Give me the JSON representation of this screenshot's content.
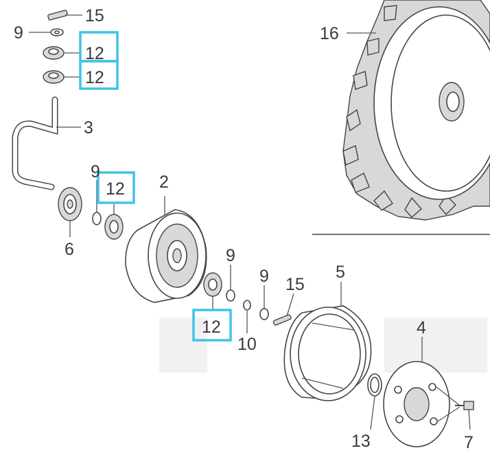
{
  "diagram": {
    "labels": {
      "l15_top": "15",
      "l9_top": "9",
      "l12_a": "12",
      "l12_b": "12",
      "l3": "3",
      "l9_mid": "9",
      "l12_c": "12",
      "l2": "2",
      "l6": "6",
      "l16": "16",
      "l9_low_a": "9",
      "l9_low_b": "9",
      "l15_low": "15",
      "l5": "5",
      "l12_d": "12",
      "l10": "10",
      "l4": "4",
      "l13": "13",
      "l7": "7"
    },
    "highlight_color": "#3fc3ea"
  }
}
